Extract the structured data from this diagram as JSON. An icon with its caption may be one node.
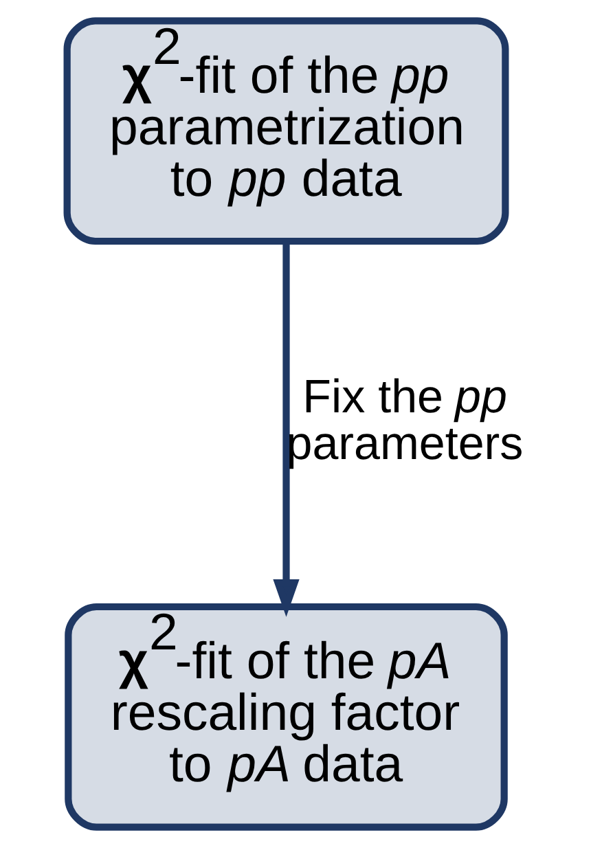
{
  "diagram": {
    "nodes": [
      {
        "text": [
          "**χ**$^{2}$-fit of the *pp* parametrization to *pp* data"
        ]
      },
      {
        "text": [
          "**χ**$^{2}$-fit of the *pA* rescaling factor to *pA* data"
        ]
      }
    ],
    "edges": [
      {
        "from": 0,
        "to": 1,
        "arrow": "to",
        "label": "Fix the *pp* parameters"
      }
    ]
  }
}
